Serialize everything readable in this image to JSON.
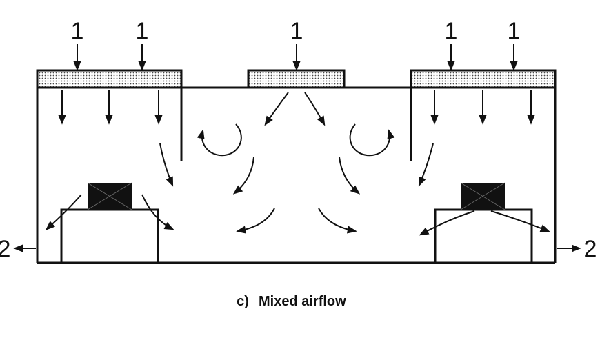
{
  "inlet_label": "1",
  "outlet_label": "2",
  "caption": {
    "letter": "c)",
    "title": "Mixed airflow"
  },
  "colors": {
    "line": "#111111",
    "filter_fill": "dotted grey",
    "equipment": "#111111"
  }
}
